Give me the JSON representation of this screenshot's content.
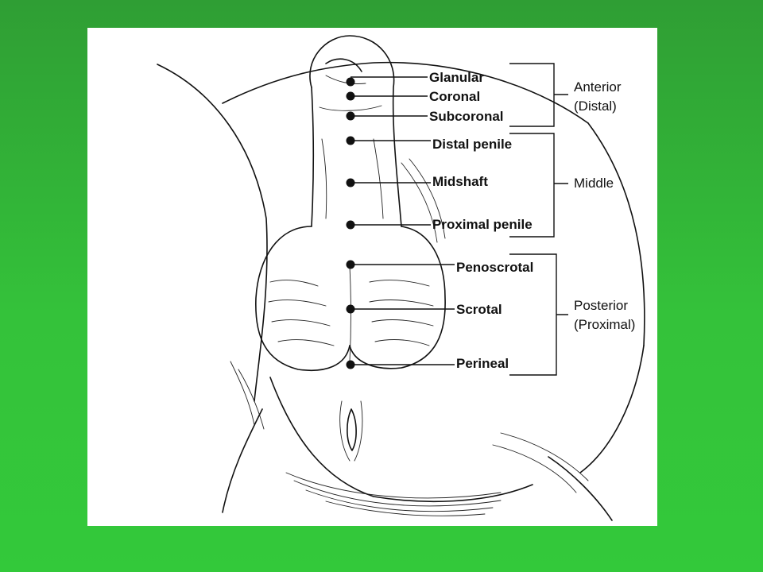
{
  "labels": {
    "glanular": "Glanular",
    "coronal": "Coronal",
    "subcoronal": "Subcoronal",
    "distal_penile": "Distal penile",
    "midshaft": "Midshaft",
    "proximal_penile": "Proximal penile",
    "penoscrotal": "Penoscrotal",
    "scrotal": "Scrotal",
    "perineal": "Perineal"
  },
  "groups": {
    "anterior_line1": "Anterior",
    "anterior_line2": "(Distal)",
    "middle": "Middle",
    "posterior_line1": "Posterior",
    "posterior_line2": "(Proximal)"
  },
  "colors": {
    "background_top": "#2f9e34",
    "background_bottom": "#33c93a",
    "panel": "#ffffff",
    "ink": "#111111"
  }
}
